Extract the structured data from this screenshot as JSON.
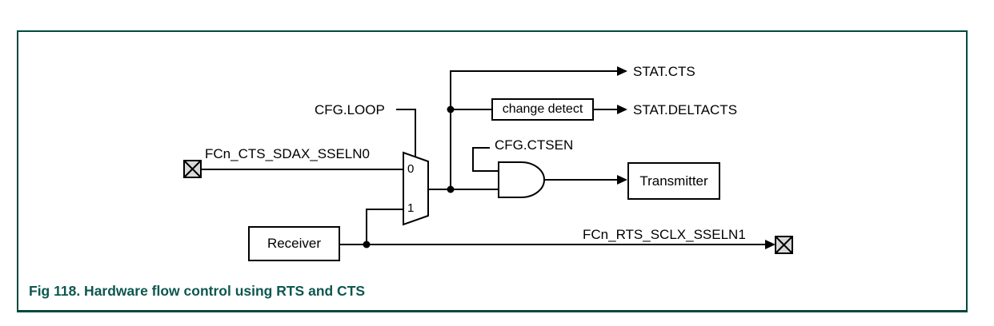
{
  "figure": {
    "caption": "Fig 118. Hardware flow control using RTS and CTS",
    "border_color": "#004a3e",
    "caption_color": "#0d574f"
  },
  "diagram": {
    "signals": {
      "cts_input_pin": "FCn_CTS_SDAX_SSELN0",
      "rts_output_pin": "FCn_RTS_SCLX_SSELN1",
      "cfg_loop": "CFG.LOOP",
      "cfg_ctsen": "CFG.CTSEN",
      "stat_cts": "STAT.CTS",
      "stat_deltacts": "STAT.DELTACTS"
    },
    "blocks": {
      "change_detect": "change detect",
      "transmitter": "Transmitter",
      "receiver": "Receiver"
    },
    "mux": {
      "input0": "0",
      "input1": "1"
    },
    "icons": {
      "pad_fill": "#d9d9d9",
      "line_color": "#000000"
    }
  }
}
